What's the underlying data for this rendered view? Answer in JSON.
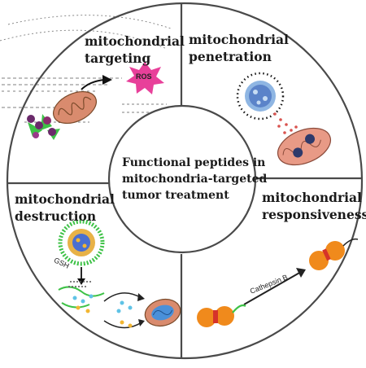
{
  "center": {
    "line1": "Functional peptides in",
    "line2": "mitochondria-targeted",
    "line3": "tumor treatment"
  },
  "quadrants": {
    "top_left": {
      "line1": "mitochondrial",
      "line2": "targeting",
      "icon": "ros-burst"
    },
    "top_right": {
      "line1": "mitochondrial",
      "line2": "penetration",
      "icon": "nanoparticle-micelle"
    },
    "bottom_left": {
      "line1": "mitochondrial",
      "line2": "destruction",
      "icon": "micelle-gsh-release"
    },
    "bottom_right": {
      "line1": "mitochondrial",
      "line2": "responsiveness",
      "icon": "enzyme-cleavage"
    }
  },
  "annotations": {
    "ros": "ROS",
    "gsh": "GSH",
    "cathepsin": "Cathepsin B"
  },
  "colors": {
    "ring": "#4a4a4a",
    "mitochondria_fill": "#d98b6e",
    "mitochondria_inner": "#4a90d9",
    "ros_star": "#e8409a",
    "micelle_green": "#3ec247",
    "micelle_core": "#4a6fd1",
    "responsive_orange": "#f08a1c",
    "responsive_red": "#d6332a",
    "cyan_drop": "#5fc3e6",
    "yellow_drop": "#f2b632"
  }
}
